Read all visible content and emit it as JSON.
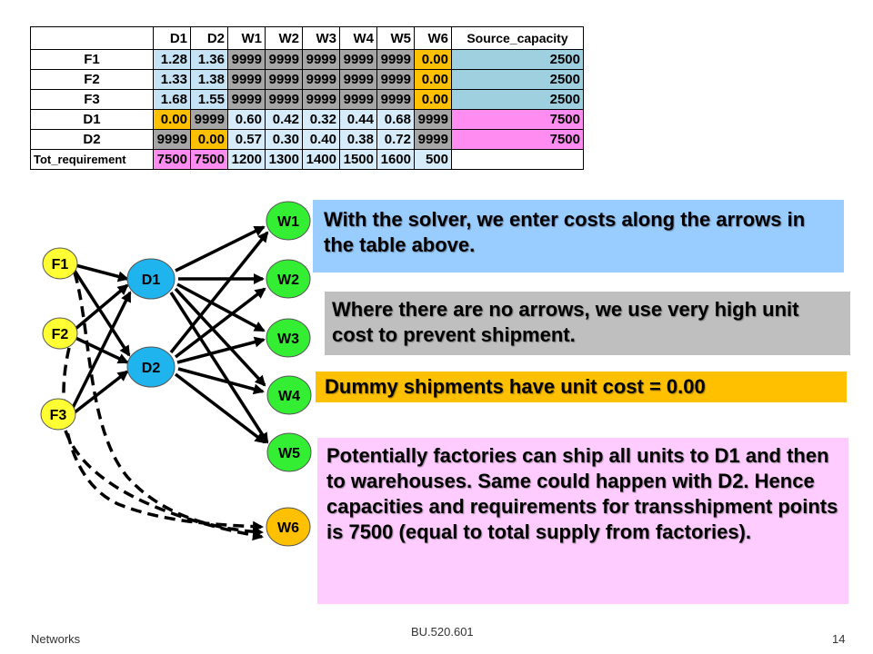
{
  "table": {
    "headers": [
      "",
      "D1",
      "D2",
      "W1",
      "W2",
      "W3",
      "W4",
      "W5",
      "W6",
      "Source_capacity"
    ],
    "rows": [
      {
        "label": "F1",
        "cells": [
          "1.28",
          "1.36",
          "9999",
          "9999",
          "9999",
          "9999",
          "9999",
          "0.00",
          "2500"
        ]
      },
      {
        "label": "F2",
        "cells": [
          "1.33",
          "1.38",
          "9999",
          "9999",
          "9999",
          "9999",
          "9999",
          "0.00",
          "2500"
        ]
      },
      {
        "label": "F3",
        "cells": [
          "1.68",
          "1.55",
          "9999",
          "9999",
          "9999",
          "9999",
          "9999",
          "0.00",
          "2500"
        ]
      },
      {
        "label": "D1",
        "cells": [
          "0.00",
          "9999",
          "0.60",
          "0.42",
          "0.32",
          "0.44",
          "0.68",
          "9999",
          "7500"
        ]
      },
      {
        "label": "D2",
        "cells": [
          "9999",
          "0.00",
          "0.57",
          "0.30",
          "0.40",
          "0.38",
          "0.72",
          "9999",
          "7500"
        ]
      }
    ],
    "requirement": {
      "label": "Tot_requirement",
      "cells": [
        "7500",
        "7500",
        "1200",
        "1300",
        "1400",
        "1500",
        "1600",
        "500",
        ""
      ]
    }
  },
  "nodes": {
    "f1": "F1",
    "f2": "F2",
    "f3": "F3",
    "d1": "D1",
    "d2": "D2",
    "w1": "W1",
    "w2": "W2",
    "w3": "W3",
    "w4": "W4",
    "w5": "W5",
    "w6": "W6"
  },
  "colors": {
    "factory": "#ffff33",
    "distribution": "#1fb4ee",
    "warehouse": "#33ee33",
    "dummy": "#ffc000"
  },
  "notes": {
    "solver": "With the solver, we enter costs along the arrows in the table above.",
    "no_arrows": "Where there are no arrows, we use very high unit cost to prevent shipment.",
    "dummy": "Dummy shipments have unit cost = 0.00",
    "potential": "Potentially factories can ship all units to D1 and then to warehouses. Same could happen with D2. Hence capacities and requirements for transshipment points is 7500 (equal to total supply from factories)."
  },
  "footer": {
    "left": "Networks",
    "center": "BU.520.601",
    "page": "14"
  }
}
